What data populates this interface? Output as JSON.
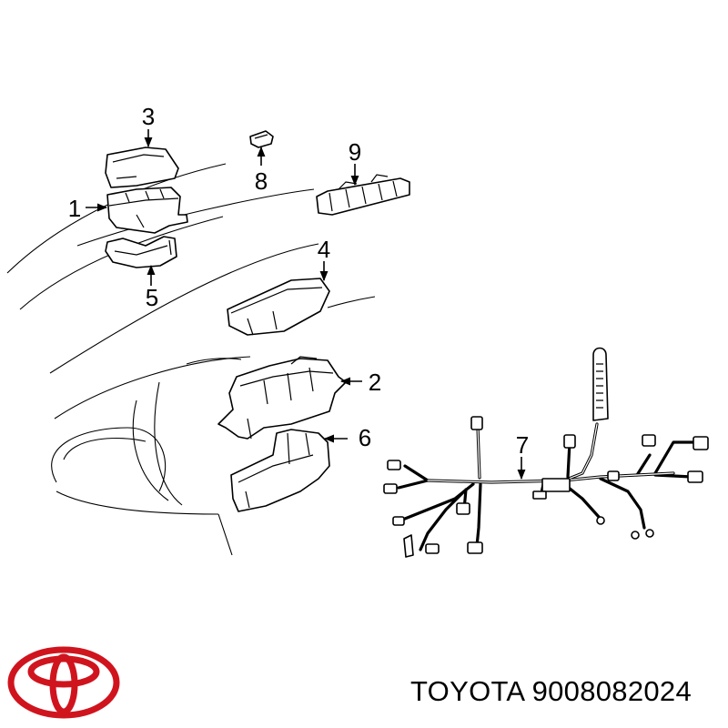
{
  "brand": {
    "name": "TOYOTA",
    "logo_color": "#d0141e"
  },
  "part_number": "9008082024",
  "caption": "TOYOTA 9008082024",
  "callouts": [
    "1",
    "2",
    "3",
    "4",
    "5",
    "6",
    "7",
    "8",
    "9"
  ]
}
